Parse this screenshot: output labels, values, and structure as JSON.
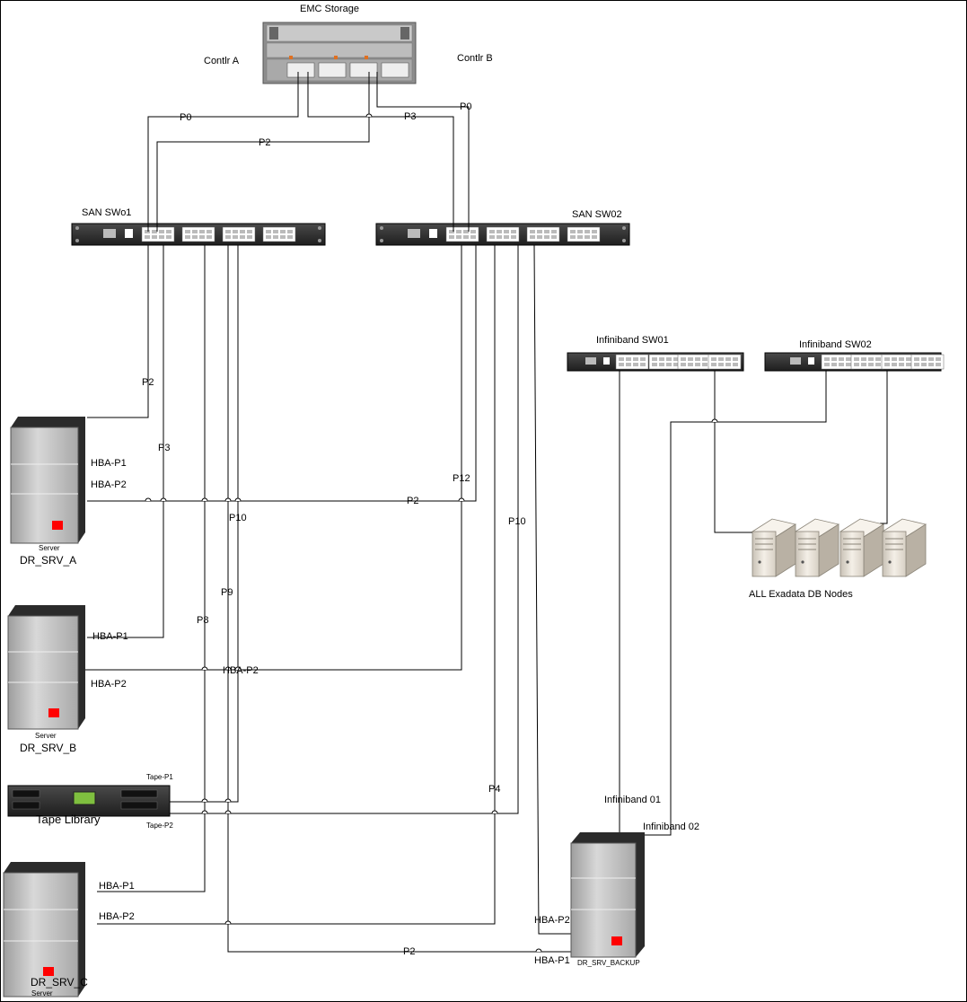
{
  "title": "EMC Storage",
  "storage": {
    "name": "EMC Storage",
    "controller_a": "Contlr A",
    "controller_b": "Contlr B"
  },
  "switches": {
    "san_sw01": "SAN SWo1",
    "san_sw02": "SAN SW02",
    "ib_sw01": "Infiniband SW01",
    "ib_sw02": "Infiniband SW02"
  },
  "servers": {
    "srv_a": {
      "name": "DR_SRV_A",
      "type": "Server",
      "hba1": "HBA-P1",
      "hba2": "HBA-P2"
    },
    "srv_b": {
      "name": "DR_SRV_B",
      "type": "Server",
      "hba1": "HBA-P1",
      "hba2": "HBA-P2"
    },
    "srv_c": {
      "name": "DR_SRV_C",
      "type": "Server",
      "hba1": "HBA-P1",
      "hba2": "HBA-P2"
    },
    "backup": {
      "name": "DR_SRV_BACKUP",
      "hba1": "HBA-P1",
      "hba2": "HBA-P2",
      "ib1": "Infiniband 01",
      "ib2": "Infiniband 02"
    }
  },
  "tape": {
    "name": "Tape Library",
    "port1": "Tape-P1",
    "port2": "Tape-P2"
  },
  "exadata": {
    "name": "ALL Exadata DB Nodes",
    "node_count": 4
  },
  "port_labels": {
    "ctrl_a_p0": "P0",
    "ctrl_a_p2": "P2",
    "ctrl_b_p3": "P3",
    "ctrl_b_p0": "P0",
    "sw1_p2": "P2",
    "sw1_p3": "P3",
    "sw1_p10": "P10",
    "sw1_p9": "P9",
    "sw1_p8": "P8",
    "sw2_p12": "P12",
    "sw2_p2": "P2",
    "sw2_p10": "P10",
    "sw2_p4": "P4",
    "backup_p2": "P2"
  },
  "colors": {
    "line": "#000000",
    "rack_dark": "#2a2a2a",
    "server_grey": "#b8b8b8",
    "server_shadow": "#2b2b2b",
    "status_red": "#ff0000",
    "port_white": "#ffffff",
    "exadata_beige": "#efe9df"
  }
}
